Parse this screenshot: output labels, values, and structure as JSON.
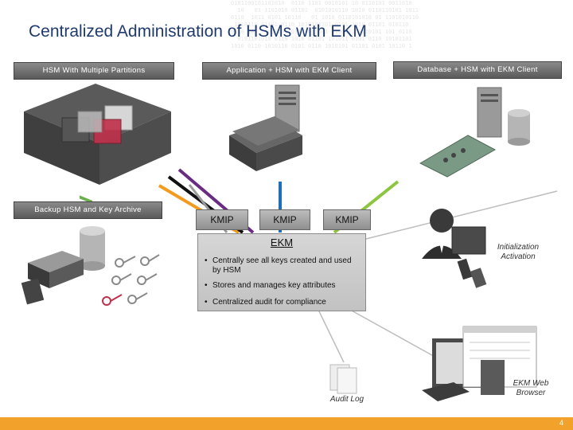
{
  "title": "Centralized Administration of HSMs with EKM",
  "panels": {
    "hsm_partitions": "HSM With Multiple Partitions",
    "app_client": "Application + HSM with EKM Client",
    "db_client": "Database + HSM with EKM Client",
    "backup": "Backup HSM and Key Archive"
  },
  "kmip_labels": [
    "KMIP",
    "KMIP",
    "KMIP"
  ],
  "ekm": {
    "title": "EKM",
    "bullets": [
      "Centrally see all keys created and used by HSM",
      "Stores and manages key attributes",
      "Centralized audit for compliance"
    ]
  },
  "labels": {
    "init": "Initialization Activation",
    "audit": "Audit Log",
    "browser": "EKM Web Browser"
  },
  "page_number": "4",
  "colors": {
    "title": "#1f3a6e",
    "footer": "#f2a12a",
    "line_orange": "#f29b1f",
    "line_black": "#111111",
    "line_purple": "#6a2c83",
    "line_blue": "#1f6fb8",
    "line_green": "#8cc63f",
    "line_gray": "#9a9a9a"
  }
}
